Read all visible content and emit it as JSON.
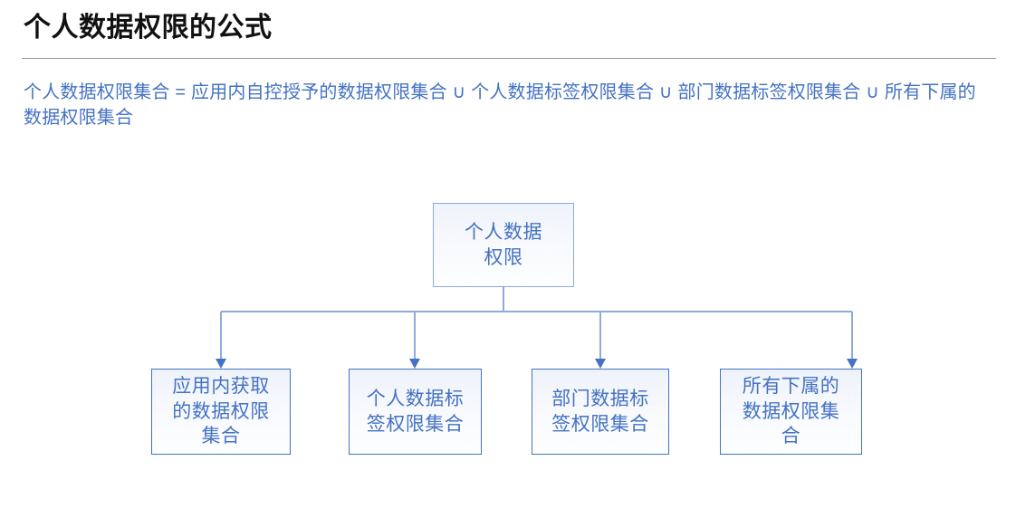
{
  "header": {
    "title": "个人数据权限的公式"
  },
  "formula": {
    "text": "个人数据权限集合 = 应用内自控授予的数据权限集合 ∪ 个人数据标签权限集合 ∪ 部门数据标签权限集合 ∪ 所有下属的数据权限集合",
    "color": "#4472C4"
  },
  "diagram": {
    "type": "tree",
    "root": {
      "label": "个人数据\n权限",
      "border_color": "#8FAADC",
      "text_color": "#4472C4"
    },
    "children": [
      {
        "label": "应用内获取\n的数据权限\n集合",
        "border_color": "#4472C4",
        "text_color": "#4472C4"
      },
      {
        "label": "个人数据标\n签权限集合",
        "border_color": "#4472C4",
        "text_color": "#4472C4"
      },
      {
        "label": "部门数据标\n签权限集合",
        "border_color": "#4472C4",
        "text_color": "#4472C4"
      },
      {
        "label": "所有下属的\n数据权限集\n合",
        "border_color": "#4472C4",
        "text_color": "#4472C4"
      }
    ],
    "connector_color": "#8FAADC",
    "arrow_color": "#4472C4"
  }
}
